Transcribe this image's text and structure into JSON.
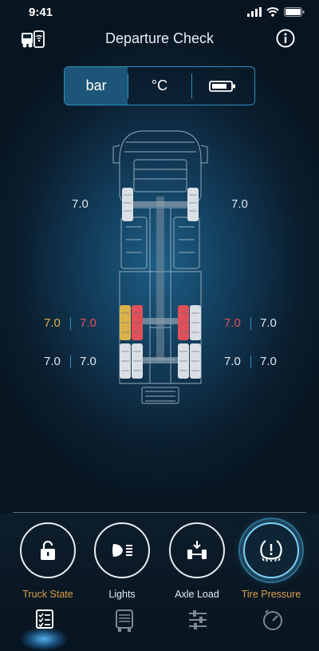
{
  "status": {
    "time": "9:41"
  },
  "header": {
    "title": "Departure Check"
  },
  "units": {
    "pressure": "bar",
    "temperature": "°C",
    "active": "bar"
  },
  "pressures": {
    "front_left": "7.0",
    "front_right": "7.0",
    "drive1_left_outer": "7.0",
    "drive1_left_inner": "7.0",
    "drive1_right_inner": "7.0",
    "drive1_right_outer": "7.0",
    "drive2_left_outer": "7.0",
    "drive2_left_inner": "7.0",
    "drive2_right_inner": "7.0",
    "drive2_right_outer": "7.0"
  },
  "tire_status": {
    "drive1_left_outer": "warning",
    "drive1_left_inner": "alert",
    "drive1_right_inner": "alert"
  },
  "colors": {
    "accent": "#2f8fc0",
    "warning": "#d9b24a",
    "alert": "#e0505a",
    "active_label": "#d9a04a"
  },
  "functions": [
    {
      "label": "Truck State",
      "icon": "lock-icon"
    },
    {
      "label": "Lights",
      "icon": "headlight-icon"
    },
    {
      "label": "Axle Load",
      "icon": "axle-load-icon"
    },
    {
      "label": "Tire Pressure",
      "icon": "tire-pressure-icon"
    }
  ],
  "tabs": [
    {
      "icon": "checklist-icon",
      "active": true
    },
    {
      "icon": "truck-front-icon",
      "active": false
    },
    {
      "icon": "equalizer-icon",
      "active": false
    },
    {
      "icon": "gauge-icon",
      "active": false
    }
  ]
}
